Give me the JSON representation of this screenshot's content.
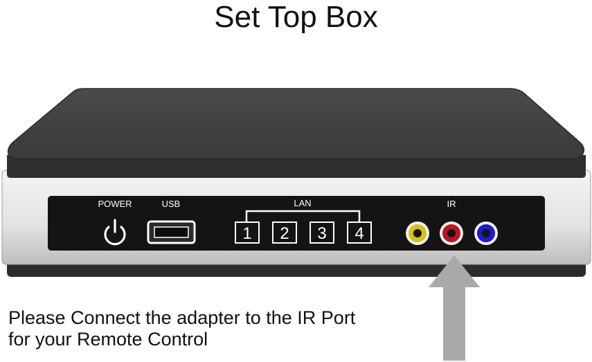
{
  "title": "Set Top Box",
  "panel": {
    "power_label": "POWER",
    "usb_label": "USB",
    "lan_label": "LAN",
    "lan_ports": [
      "1",
      "2",
      "3",
      "4"
    ],
    "ir_label": "IR"
  },
  "jacks": [
    {
      "name": "yellow",
      "color": "#d6c21a"
    },
    {
      "name": "red",
      "color": "#c0131e"
    },
    {
      "name": "blue",
      "color": "#1b1bd0"
    }
  ],
  "arrow_color": "#a9a9a9",
  "note": {
    "line1": "Please Connect the adapter to the IR Port",
    "line2": "for your Remote Control"
  }
}
